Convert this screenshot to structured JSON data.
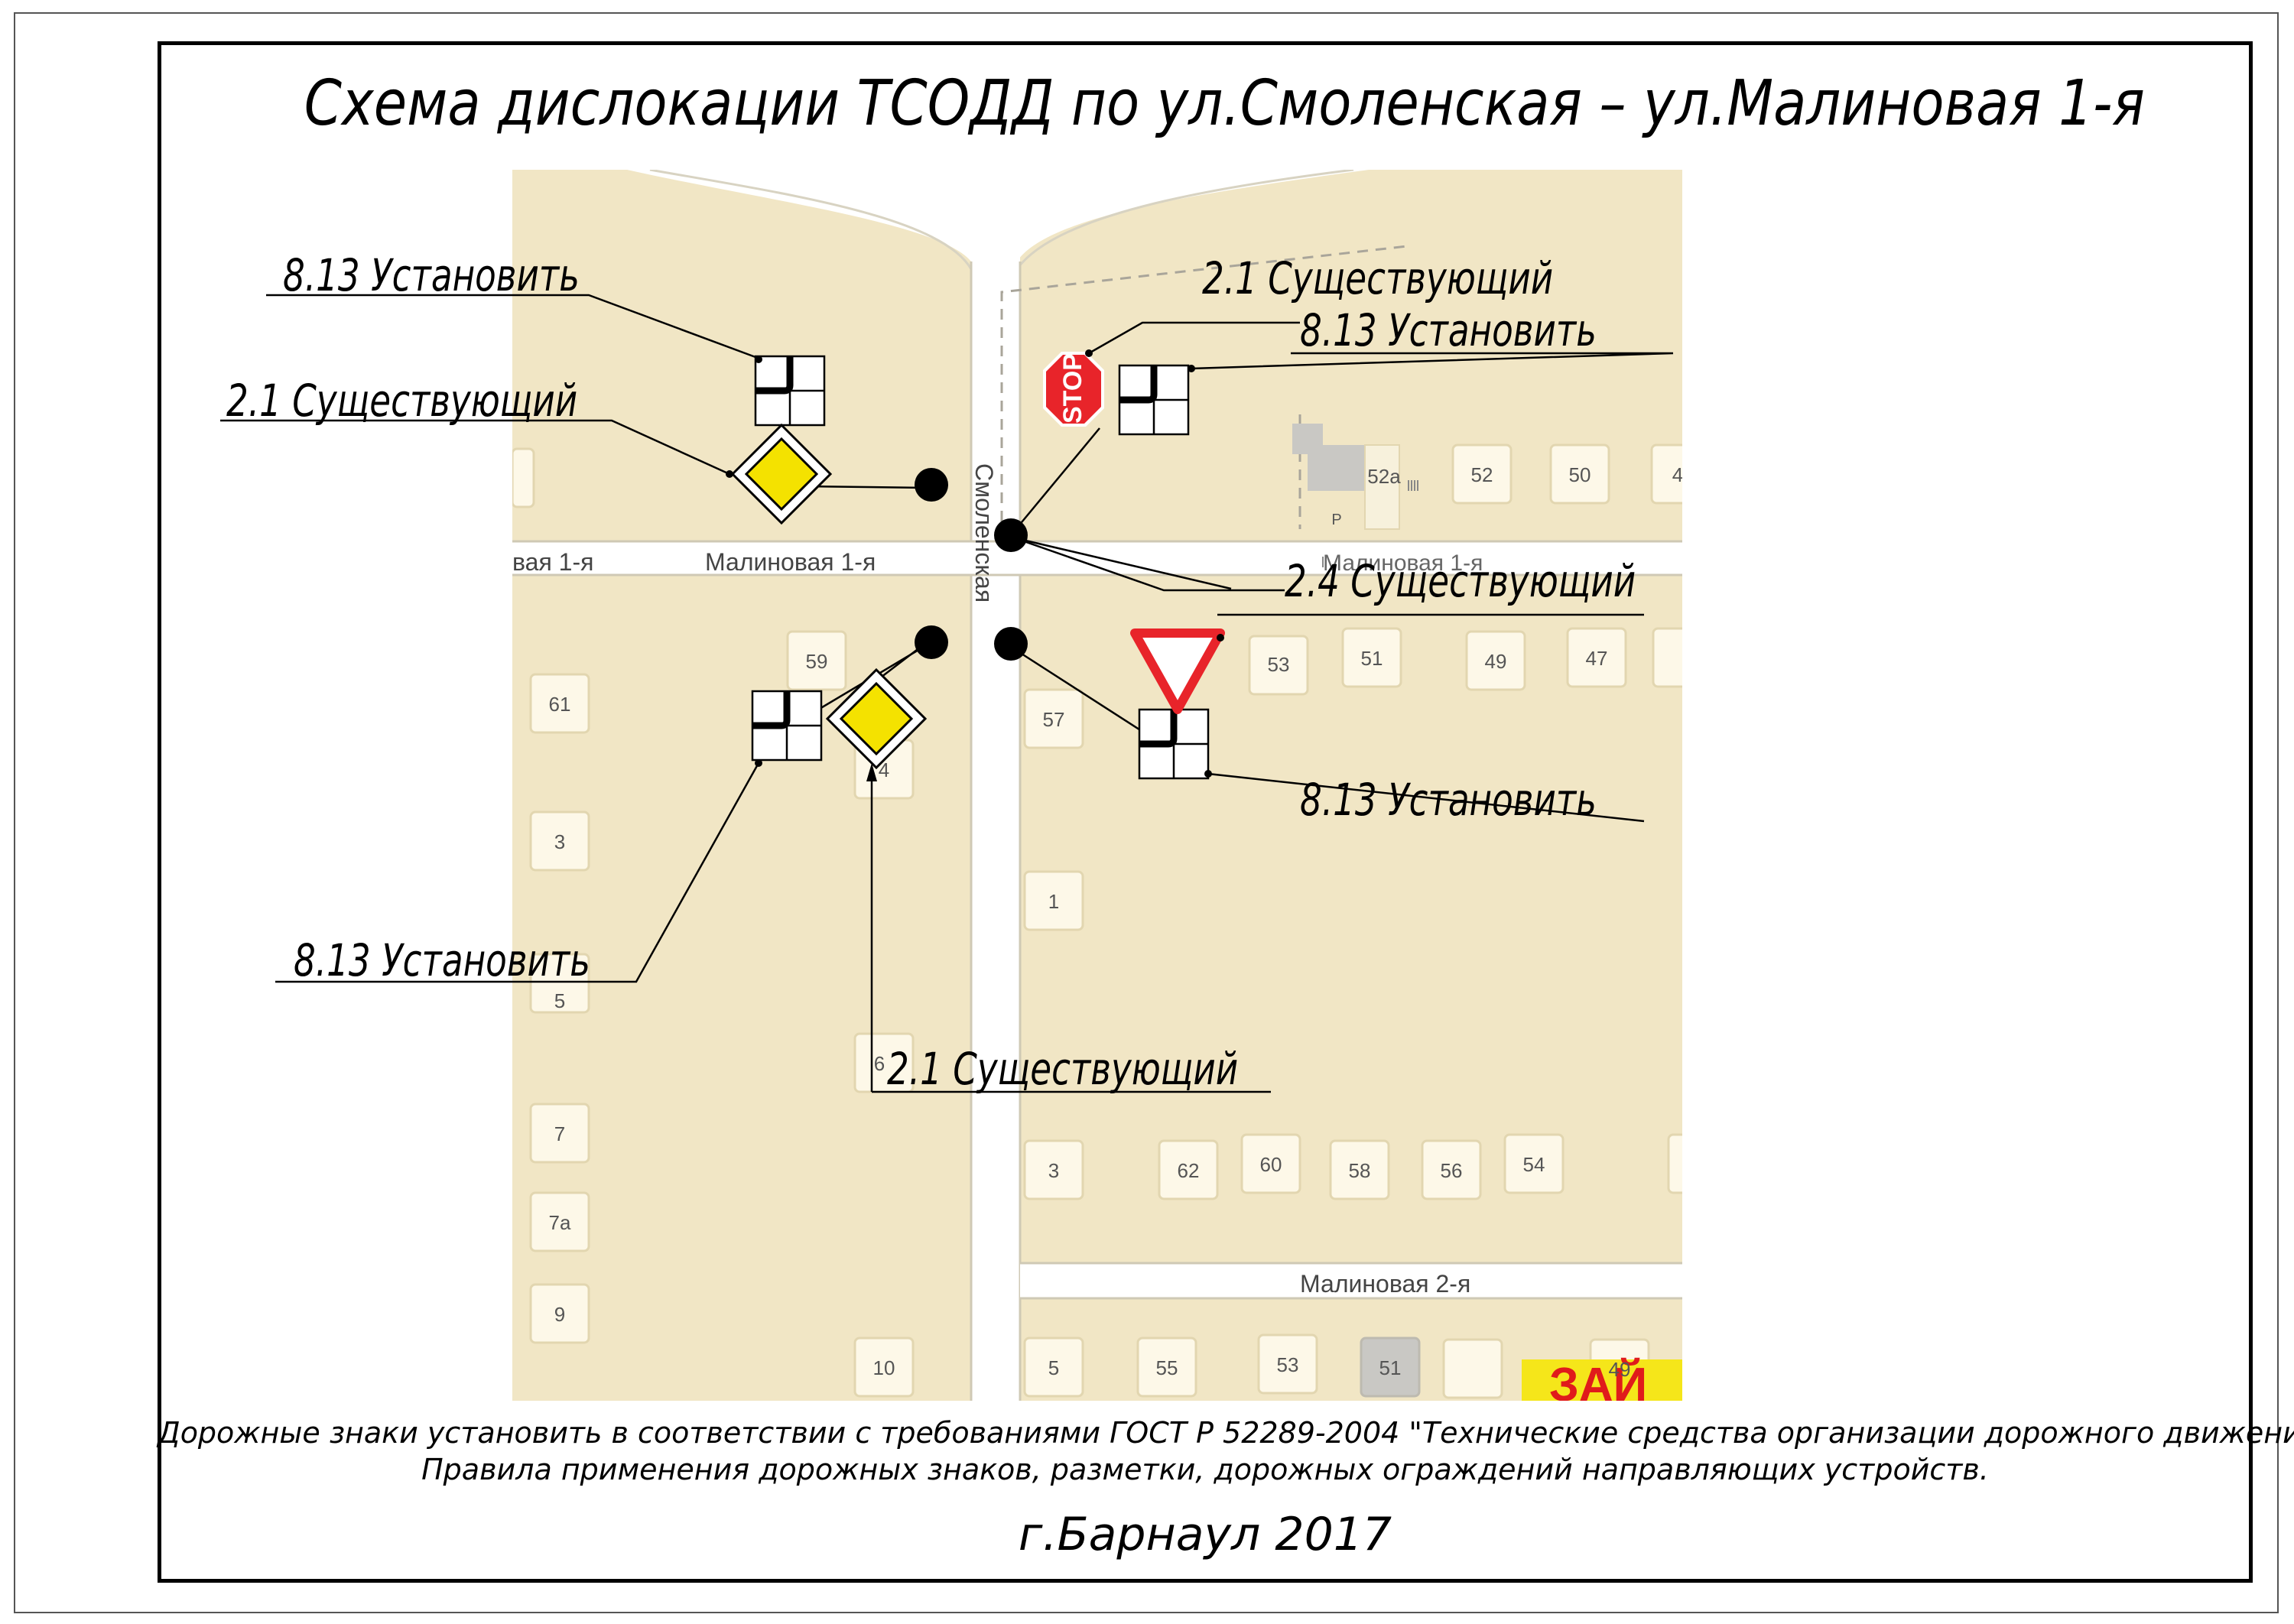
{
  "title": "Схема дислокации ТСОДД по ул.Смоленская – ул.Малиновая 1-я",
  "streets": {
    "smolenskaya": "Смоленская",
    "malinovaya1_main": "Малиновая 1-я",
    "malinovaya1_left": "вая 1-я",
    "malinovaya1_right": "Малиновая 1-я",
    "malinovaya2": "Малиновая 2-я"
  },
  "houses": {
    "n52a": "52а",
    "n52": "52",
    "n50": "50",
    "n4top": "4",
    "p": "Р",
    "n59": "59",
    "n61": "61",
    "n53": "53",
    "n51": "51",
    "n49": "49",
    "n47": "47",
    "n57": "57",
    "n4": "4",
    "n3l": "3",
    "n1": "1",
    "n5": "5",
    "n6": "6",
    "n7": "7",
    "n7a": "7а",
    "n9": "9",
    "n10": "10",
    "n3b": "3",
    "n62": "62",
    "n60": "60",
    "n58": "58",
    "n56": "56",
    "n54": "54",
    "n5b": "5",
    "n55b": "55",
    "n53b": "53",
    "n51b": "51",
    "n49b": "49",
    "banner": "ЗАЙ"
  },
  "annotations": {
    "tl_813": "8.13 Установить",
    "tl_21": "2.1 Существующий",
    "tr_21": "2.1 Существующий",
    "tr_813": "8.13 Установить",
    "br_24": "2.4 Существующий",
    "br_813": "8.13 Установить",
    "bl_813": "8.13 Установить",
    "bl_21": "2.1 Существующий"
  },
  "stop_label": "STOP",
  "colors": {
    "map_block": "#f1e6c5",
    "road": "#ffffff",
    "road_edge": "#d8d3c2",
    "house": "#fdf8e8",
    "house_border": "#e2d6b0",
    "priority_yellow": "#f4e200",
    "stop_red": "#e8242a",
    "yield_red": "#e8242a",
    "banner_yellow": "#f5e61a",
    "banner_red": "#e01b1b"
  },
  "footnote": {
    "line1": "Дорожные знаки установить в соответствии с требованиями ГОСТ Р 52289-2004 \"Технические средства организации дорожного движения.",
    "line2": "Правила применения дорожных знаков, разметки, дорожных  ограждений направляющих устройств."
  },
  "city_year": "г.Барнаул 2017"
}
